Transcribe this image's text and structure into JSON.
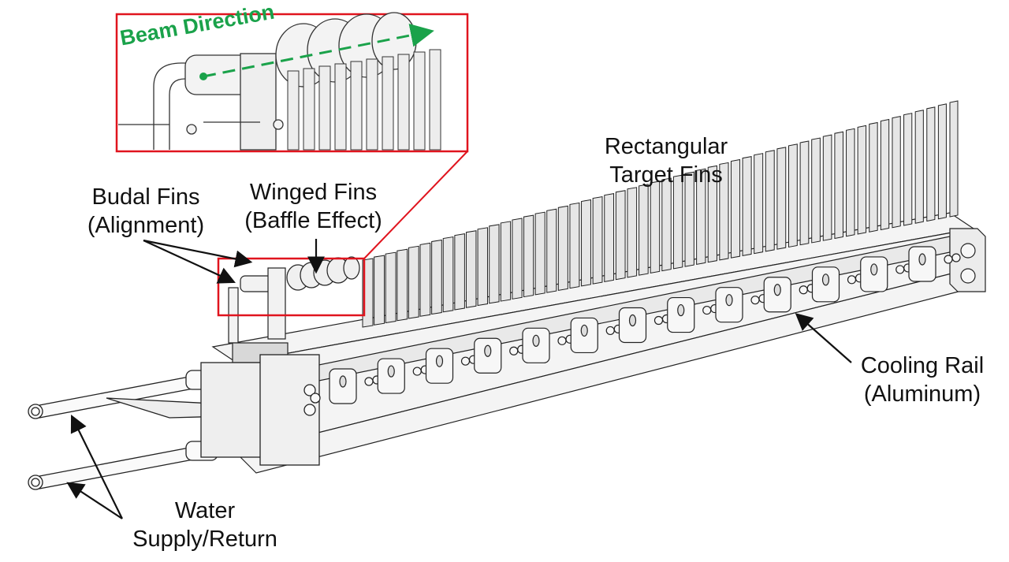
{
  "labels": {
    "beam_direction": "Beam Direction",
    "budal_line1": "Budal Fins",
    "budal_line2": "(Alignment)",
    "winged_line1": "Winged Fins",
    "winged_line2": "(Baffle Effect)",
    "rect_line1": "Rectangular",
    "rect_line2": "Target Fins",
    "cooling_line1": "Cooling Rail",
    "cooling_line2": "(Aluminum)",
    "water_line1": "Water",
    "water_line2": "Supply/Return"
  },
  "colors": {
    "callout_box": "#e0141e",
    "beam_arrow": "#1aa24a",
    "line_art": "#222222"
  }
}
